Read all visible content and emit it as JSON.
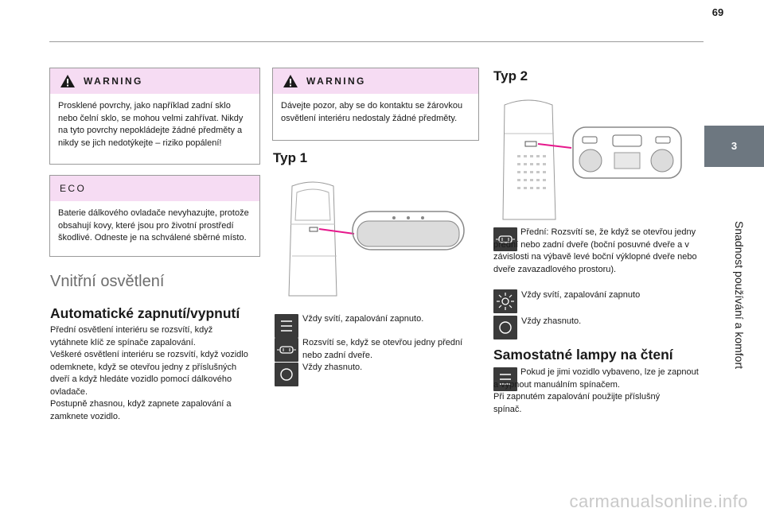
{
  "page": {
    "number": "69",
    "chapter_tab": "3",
    "chapter_title": "Snadnost používání a komfort"
  },
  "warning1": {
    "label": "WARNING",
    "text": "Prosklené povrchy, jako například zadní sklo nebo čelní sklo, se mohou velmi zahřívat. Nikdy na tyto povrchy nepokládejte žádné předměty a nikdy se jich nedotýkejte – riziko popálení!"
  },
  "eco": {
    "label": "ECO",
    "text": "Baterie dálkového ovladače nevyhazujte, protože obsahují kovy, které jsou pro životní prostředí škodlivé. Odneste je na schválené sběrné místo."
  },
  "section": {
    "title": "Vnitřní osvětlení",
    "auto_heading": "Automatické zapnutí/vypnutí",
    "auto_p1": "Přední osvětlení interiéru se rozsvítí, když vytáhnete klíč ze spínače zapalování.",
    "auto_p2": "Veškeré osvětlení interiéru se rozsvítí, když vozidlo odemknete, když se otevřou jedny z příslušných dveří a když hledáte vozidlo pomocí dálkového ovladače.",
    "auto_p3": "Postupně zhasnou, když zapnete zapalování a zamknete vozidlo."
  },
  "warning2": {
    "label": "WARNING",
    "text": "Dávejte pozor, aby se do kontaktu se žárovkou osvětlení interiéru nedostaly žádné předměty."
  },
  "typ1": {
    "heading": "Typ 1",
    "item1": "Vždy svítí, zapalování zapnuto.",
    "item2": "Rozsvítí se, když se otevřou jedny přední nebo zadní dveře.",
    "item3": "Vždy zhasnuto."
  },
  "typ2": {
    "heading": "Typ 2",
    "item1": "Přední: Rozsvítí se, že když se otevřou jedny přední nebo zadní dveře (boční posuvné dveře a v závislosti na výbavě levé boční výklopné dveře nebo dveře zavazadlového prostoru).",
    "item2": "Vždy svítí, zapalování zapnuto",
    "item3": "Vždy zhasnuto."
  },
  "reading": {
    "heading": "Samostatné lampy na čtení",
    "text": "Pokud je jimi vozidlo vybaveno, lze je zapnout a vypnout manuálním spínačem.",
    "text2": "Při zapnutém zapalování použijte příslušný spínač."
  },
  "footer": {
    "watermark": "carmanualsonline.info"
  },
  "colors": {
    "box_header": "#f6dcf3",
    "pointer": "#e6188c",
    "icon_bg": "#3a3a3a",
    "tab": "#6d7780"
  }
}
